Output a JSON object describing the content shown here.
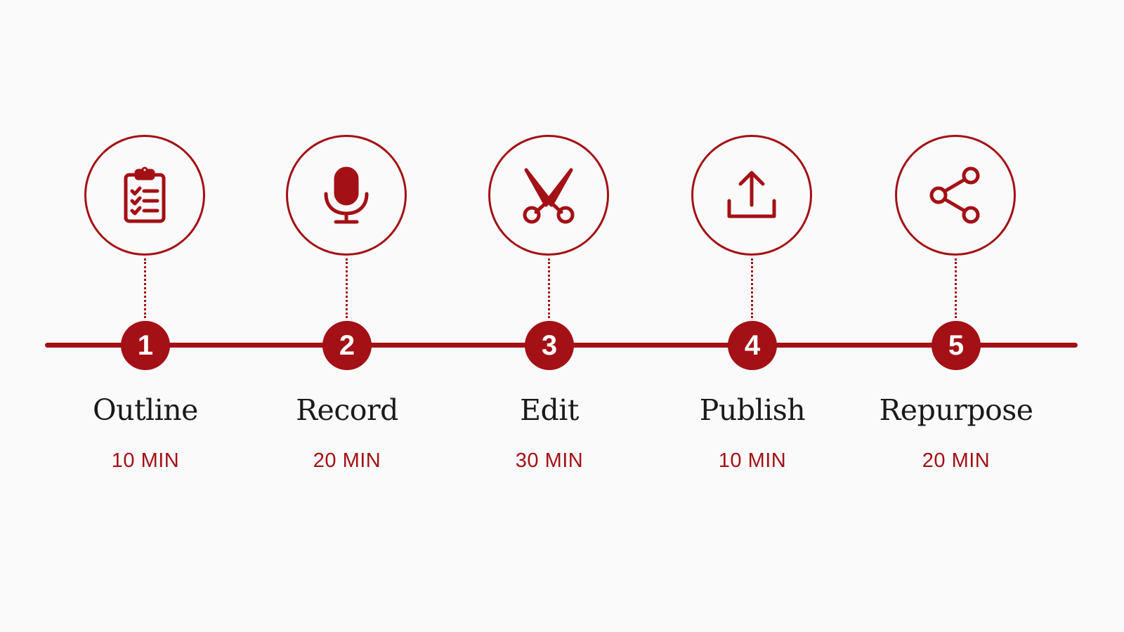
{
  "colors": {
    "accent": "#a31015",
    "background": "#fafafa",
    "label": "#1a1a1a",
    "number_text": "#ffffff"
  },
  "steps": [
    {
      "number": "1",
      "label": "Outline",
      "duration": "10 MIN",
      "icon": "clipboard-checklist-icon"
    },
    {
      "number": "2",
      "label": "Record",
      "duration": "20 MIN",
      "icon": "microphone-icon"
    },
    {
      "number": "3",
      "label": "Edit",
      "duration": "30 MIN",
      "icon": "scissors-icon"
    },
    {
      "number": "4",
      "label": "Publish",
      "duration": "10 MIN",
      "icon": "upload-icon"
    },
    {
      "number": "5",
      "label": "Repurpose",
      "duration": "20 MIN",
      "icon": "share-icon"
    }
  ]
}
